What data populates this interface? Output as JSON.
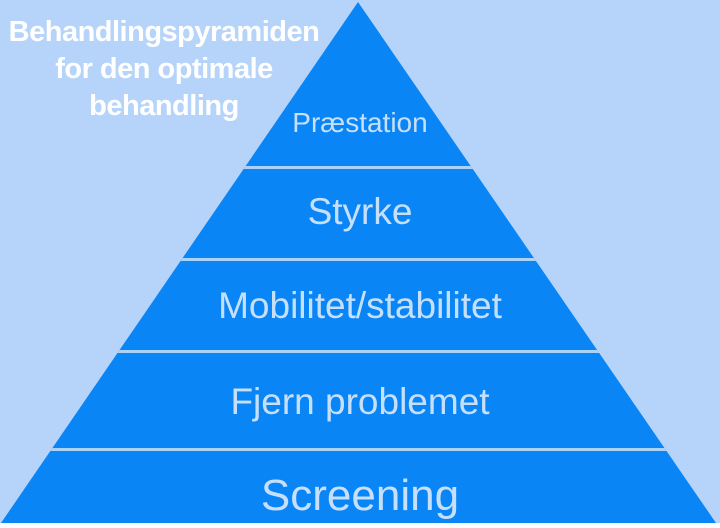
{
  "title": {
    "lines": [
      "Behandlingspyramiden",
      "for den optimale",
      "behandling"
    ],
    "full_text": "Behandlingspyramiden for den optimale behandling"
  },
  "pyramid": {
    "type": "pyramid",
    "layers": [
      {
        "level": 1,
        "position": "top",
        "label": "Præstation"
      },
      {
        "level": 2,
        "position": "second",
        "label": "Styrke"
      },
      {
        "level": 3,
        "position": "middle",
        "label": "Mobilitet/stabilitet"
      },
      {
        "level": 4,
        "position": "fourth",
        "label": "Fjern problemet"
      },
      {
        "level": 5,
        "position": "base",
        "label": "Screening"
      }
    ]
  },
  "colors": {
    "background": "#B6D4FA",
    "pyramid_fill": "#0A85F6",
    "divider_line": "#ABD2F7",
    "layer_label_text": "#C6E0FC",
    "title_text": "#FFFFFF",
    "bottom_strip": "#FCFDFE"
  }
}
